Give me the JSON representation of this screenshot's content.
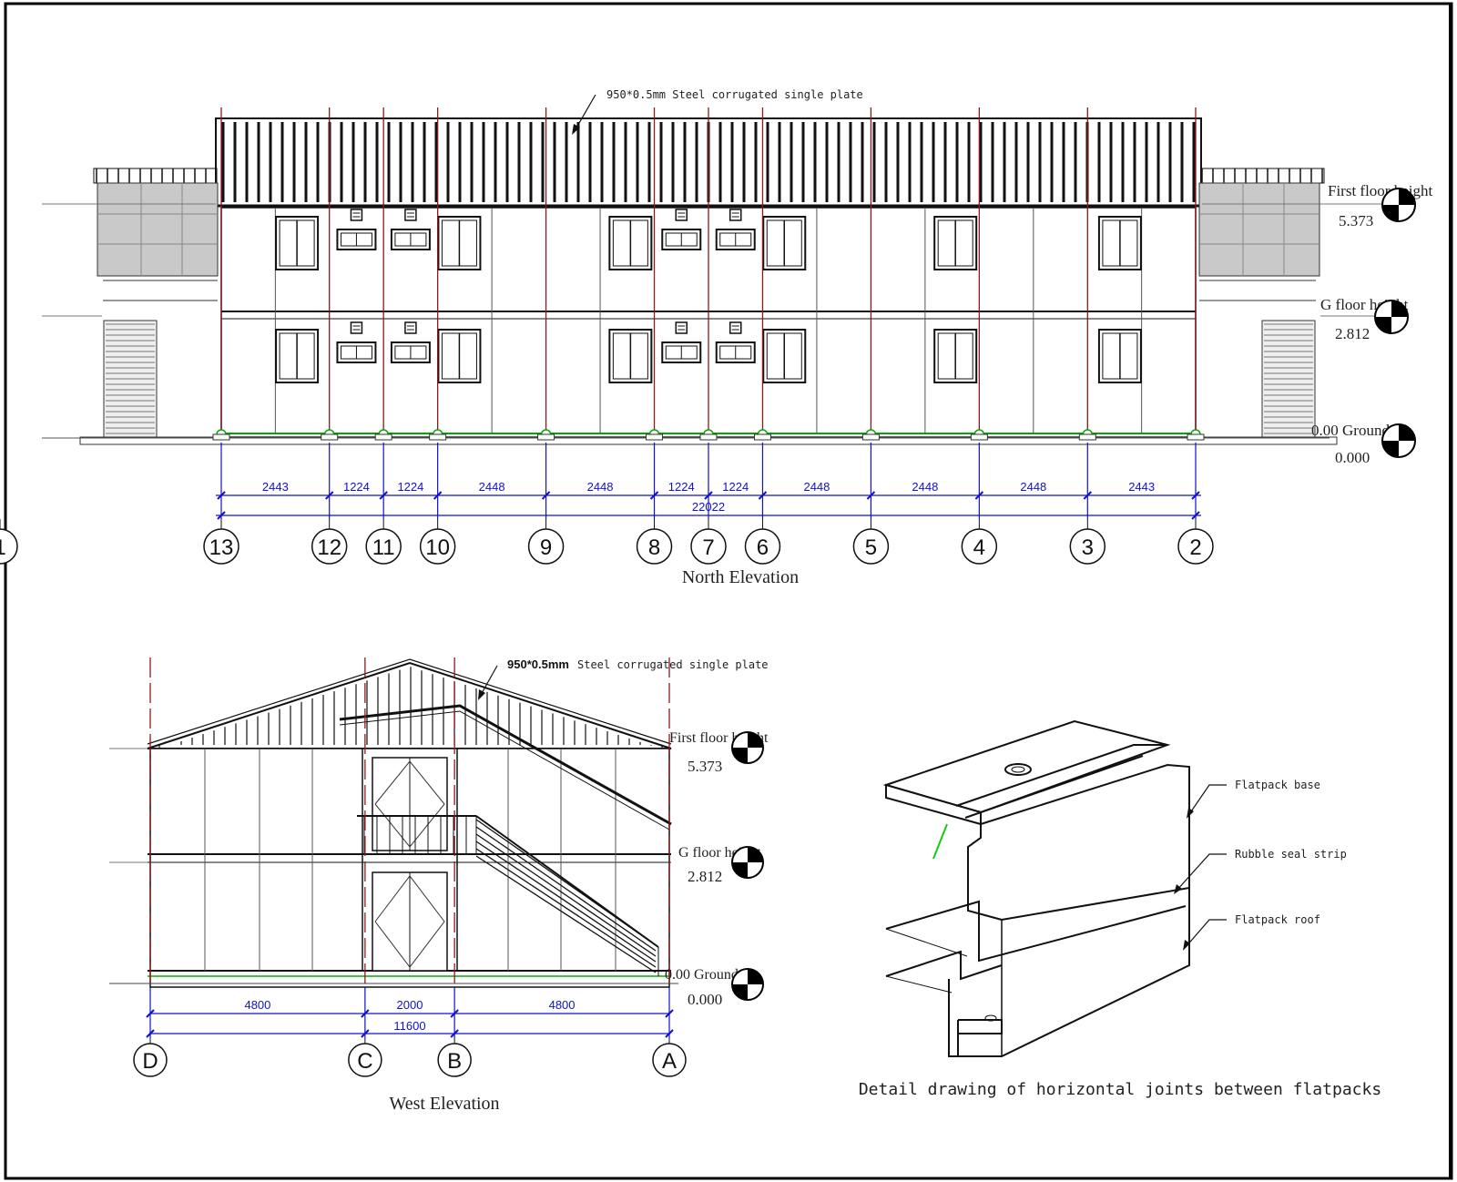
{
  "north": {
    "roof_note": "950*0.5mm Steel corrugated single plate",
    "title": "North Elevation",
    "levels": [
      {
        "name": "First floor height",
        "value": "5.373"
      },
      {
        "name": "G floor height",
        "value": "2.812"
      },
      {
        "name": "0.00 Ground",
        "value": "0.000"
      }
    ],
    "dimensions": [
      "2443",
      "1224",
      "1224",
      "2448",
      "2448",
      "1224",
      "1224",
      "2448",
      "2448",
      "2448",
      "2443"
    ],
    "total": "22022",
    "axes": [
      "13",
      "12",
      "11",
      "10",
      "9",
      "8",
      "7",
      "6",
      "5",
      "4",
      "3",
      "2",
      "1"
    ]
  },
  "west": {
    "roof_note_bold": "950*0.5mm",
    "roof_note_rest": "Steel corrugated single plate",
    "title": "West Elevation",
    "levels": [
      {
        "name": "First floor height",
        "value": "5.373"
      },
      {
        "name": "G floor height",
        "value": "2.812"
      },
      {
        "name": "0.00 Ground",
        "value": "0.000"
      }
    ],
    "dimensions": [
      "4800",
      "2000",
      "4800"
    ],
    "total": "11600",
    "axes": [
      "D",
      "C",
      "B",
      "A"
    ]
  },
  "detail": {
    "title": "Detail drawing of horizontal joints between flatpacks",
    "labels": [
      "Flatpack base",
      "Rubble seal strip",
      "Flatpack roof"
    ]
  }
}
